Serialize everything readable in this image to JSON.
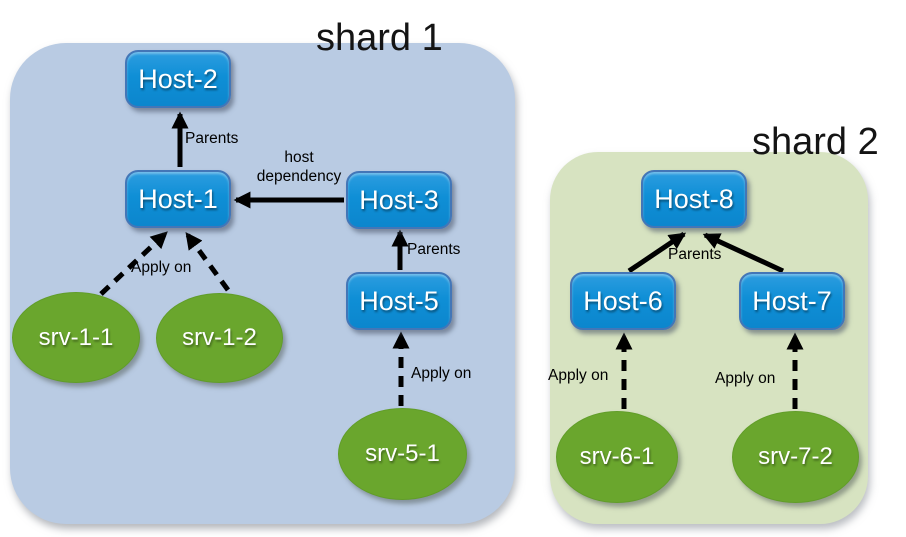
{
  "shard1": {
    "title": "shard 1",
    "host2": "Host-2",
    "host1": "Host-1",
    "host3": "Host-3",
    "host5": "Host-5",
    "srv11": "srv-1-1",
    "srv12": "srv-1-2",
    "srv51": "srv-5-1",
    "label_parents_h1h2": "Parents",
    "label_host_dependency": "host dependency",
    "label_parents_h5h3": "Parents",
    "label_apply_on_srv1": "Apply on",
    "label_apply_on_srv51": "Apply on"
  },
  "shard2": {
    "title": "shard 2",
    "host8": "Host-8",
    "host6": "Host-6",
    "host7": "Host-7",
    "srv61": "srv-6-1",
    "srv72": "srv-7-2",
    "label_parents_h8": "Parents",
    "label_apply_on_srv61": "Apply on",
    "label_apply_on_srv72": "Apply on"
  },
  "edges": [
    {
      "from": "Host-1",
      "to": "Host-2",
      "style": "solid",
      "label": "Parents"
    },
    {
      "from": "Host-3",
      "to": "Host-1",
      "style": "solid",
      "label": "host dependency"
    },
    {
      "from": "Host-5",
      "to": "Host-3",
      "style": "solid",
      "label": "Parents"
    },
    {
      "from": "srv-1-1",
      "to": "Host-1",
      "style": "dashed",
      "label": "Apply on"
    },
    {
      "from": "srv-1-2",
      "to": "Host-1",
      "style": "dashed",
      "label": "Apply on"
    },
    {
      "from": "srv-5-1",
      "to": "Host-5",
      "style": "dashed",
      "label": "Apply on"
    },
    {
      "from": "Host-6",
      "to": "Host-8",
      "style": "solid",
      "label": "Parents"
    },
    {
      "from": "Host-7",
      "to": "Host-8",
      "style": "solid",
      "label": "Parents"
    },
    {
      "from": "srv-6-1",
      "to": "Host-6",
      "style": "dashed",
      "label": "Apply on"
    },
    {
      "from": "srv-7-2",
      "to": "Host-7",
      "style": "dashed",
      "label": "Apply on"
    }
  ],
  "colors": {
    "host_fill": "#0f8fd6",
    "host_border": "#4376b7",
    "service_fill": "#6aa62d",
    "shard1_bg": "#b9cbe3",
    "shard2_bg": "#d7e3c1",
    "arrow": "#000000",
    "node_text": "#ffffff",
    "label_text": "#000000",
    "title_text": "#141414"
  }
}
